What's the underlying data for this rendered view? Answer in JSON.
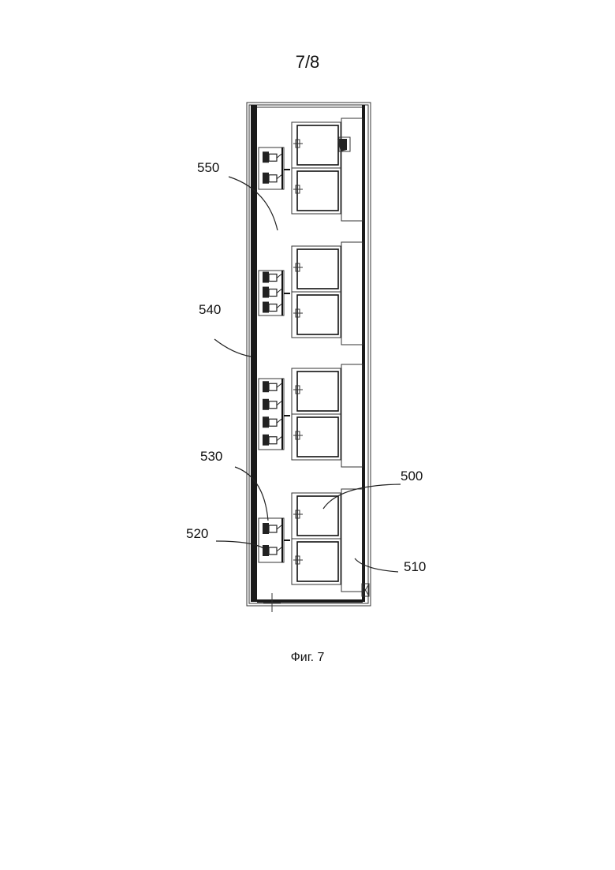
{
  "page_number": "7/8",
  "caption": "Фиг. 7",
  "reference_numerals": {
    "r550": "550",
    "r540": "540",
    "r530": "530",
    "r520": "520",
    "r500": "500",
    "r510": "510"
  }
}
